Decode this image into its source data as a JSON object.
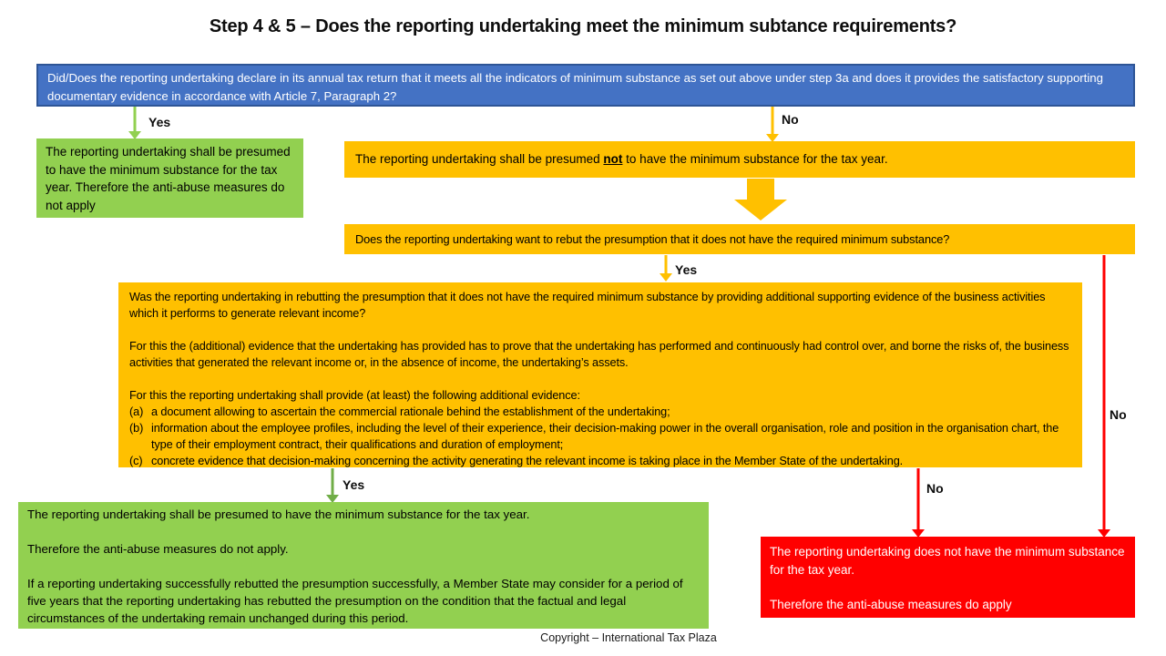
{
  "title": "Step 4 & 5 – Does the reporting undertaking meet the minimum subtance requirements?",
  "colors": {
    "blue_box": "#4472C4",
    "blue_border": "#2E5596",
    "green_box": "#92D050",
    "green_arrow_dark": "#70AD47",
    "orange_box": "#FFC000",
    "red_box": "#FF0000",
    "text_dark": "#000000",
    "text_light": "#FFFFFF"
  },
  "labels": {
    "yes1": "Yes",
    "no1": "No",
    "yes2": "Yes",
    "yes3": "Yes",
    "no2": "No",
    "no3": "No"
  },
  "boxes": {
    "question_blue": {
      "text": "Did/Does the reporting undertaking declare in its annual tax return that it meets all the indicators of minimum substance as set out above under step 3a and does it provides the satisfactory supporting documentary evidence in accordance with Article 7, Paragraph 2?"
    },
    "green_presumed": {
      "text": "The reporting undertaking shall be presumed to have the minimum substance for the tax year. Therefore the anti-abuse measures do not apply"
    },
    "orange_presumed_not": {
      "text_before": "The reporting undertaking shall be presumed ",
      "text_emphasis": "not",
      "text_after": " to have the minimum substance for the tax year."
    },
    "orange_rebut_question": {
      "text": "Does the reporting undertaking want to rebut the presumption that it does not have the required minimum substance?"
    },
    "orange_rebuttal_detail": {
      "p1": "Was the reporting undertaking in rebutting the presumption that it does not have the required minimum substance by providing additional supporting evidence of the business activities which it performs to generate relevant income?",
      "p2": "For this the (additional) evidence that the undertaking has provided has to prove that the undertaking has performed and continuously had control over, and borne the risks of, the business activities that generated the relevant income or, in the absence of income, the undertaking’s assets.",
      "p3": "For this the reporting undertaking shall provide (at least) the following additional evidence:",
      "items": [
        {
          "marker": "(a)",
          "text": "a document allowing to ascertain the commercial rationale behind the establishment of the undertaking;"
        },
        {
          "marker": "(b)",
          "text": "information about the employee profiles, including the level of their experience, their decision-making power in the overall organisation, role and position in the organisation chart, the type of their employment contract, their qualifications and duration of employment;"
        },
        {
          "marker": "(c)",
          "text": "concrete evidence that decision-making concerning the activity generating the relevant income is taking place in the Member State of the undertaking."
        }
      ]
    },
    "green_final": {
      "p1": "The reporting undertaking shall be presumed to have the minimum substance for the tax year.",
      "p2": "Therefore the anti-abuse measures do not apply.",
      "p3": "If a reporting undertaking successfully rebutted the presumption successfully, a Member State may consider for a period of five years that the reporting undertaking has rebutted the presumption on the condition that the factual and legal circumstances of the undertaking remain unchanged during this period."
    },
    "red_final": {
      "p1": "The reporting undertaking does not  have the minimum substance for the tax year.",
      "p2": "Therefore the anti-abuse measures do apply"
    }
  },
  "footer": {
    "copyright": "Copyright – International Tax Plaza"
  }
}
